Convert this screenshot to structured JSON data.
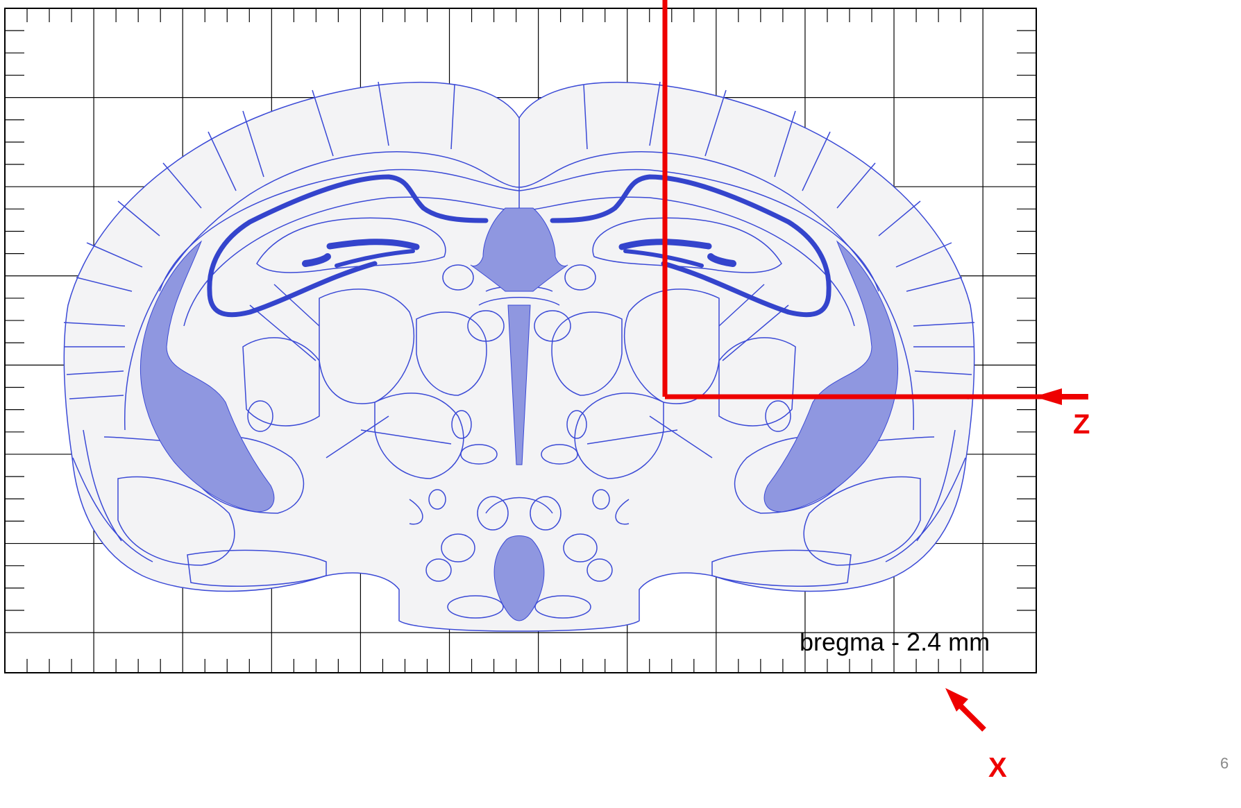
{
  "figure": {
    "section_label": "bregma - 2.4 mm",
    "z_label": "Z",
    "x_label": "X",
    "page_number": "6"
  },
  "colors": {
    "grid": "#000000",
    "outline": "#3a49d6",
    "tissue": "#f3f3f5",
    "ventricle": "#8f97e0",
    "hippocampal_layer": "#3444cc",
    "axis": "#ee0000"
  }
}
